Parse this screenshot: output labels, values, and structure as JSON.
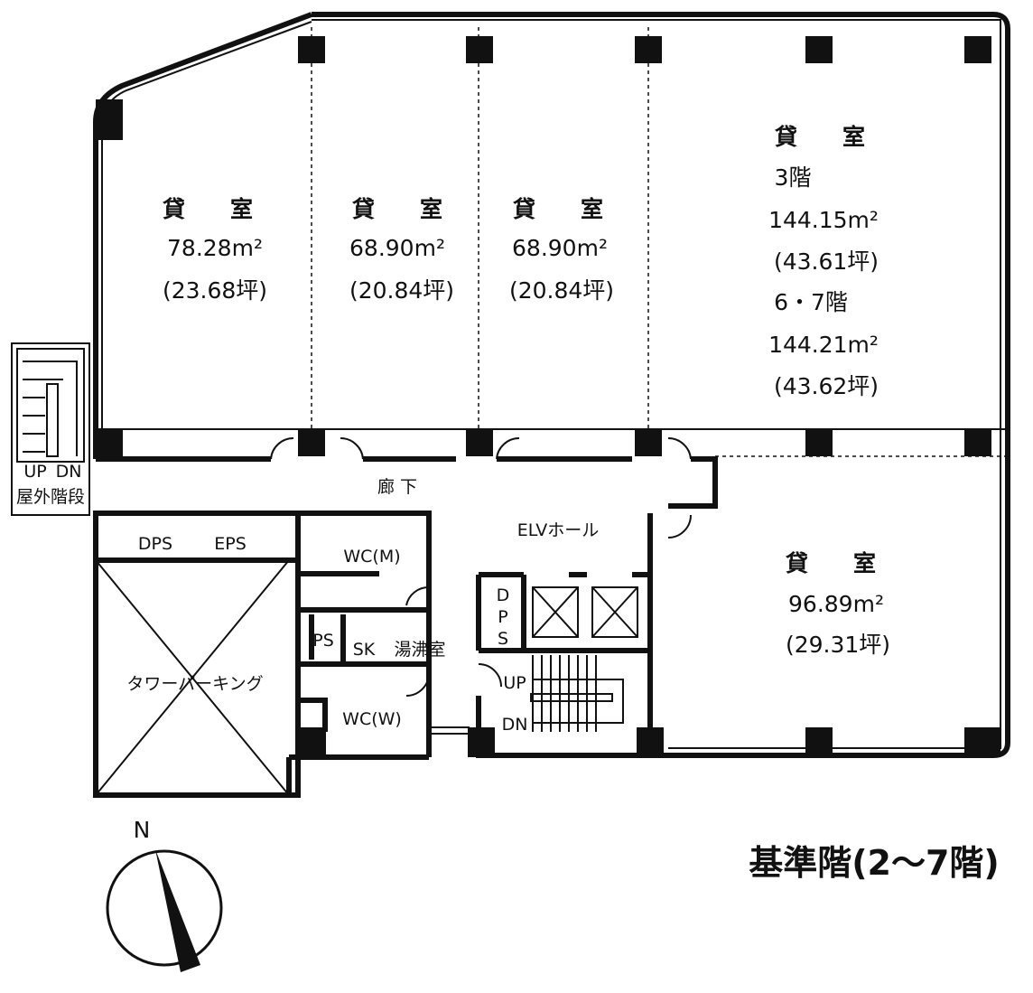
{
  "rooms": [
    {
      "label": "貸　　室",
      "area": "78.28m²",
      "tsubo": "(23.68坪)"
    },
    {
      "label": "貸　　室",
      "area": "68.90m²",
      "tsubo": "(20.84坪)"
    },
    {
      "label": "貸　　室",
      "area": "68.90m²",
      "tsubo": "(20.84坪)"
    },
    {
      "label": "貸　　室",
      "floor_a": "3階",
      "area_a": "144.15m²",
      "tsubo_a": "(43.61坪)",
      "floor_b": "6・7階",
      "area_b": "144.21m²",
      "tsubo_b": "(43.62坪)"
    },
    {
      "label": "貸　　室",
      "area": "96.89m²",
      "tsubo": "(29.31坪)"
    }
  ],
  "labels": {
    "corridor": "廊 下",
    "elv_hall": "ELVホール",
    "dps": "DPS",
    "eps": "EPS",
    "dps_vertical": [
      "D",
      "P",
      "S"
    ],
    "wc_m": "WC(M)",
    "wc_w": "WC(W)",
    "ps": "PS",
    "sk": "SK",
    "kitchenette": "湯沸室",
    "tower_parking": "タワーパーキング",
    "up": "UP",
    "dn": "DN",
    "ext_up": "UP",
    "ext_dn": "DN",
    "ext_stairs": "屋外階段",
    "north": "N"
  },
  "title": "基準階(2〜7階)"
}
